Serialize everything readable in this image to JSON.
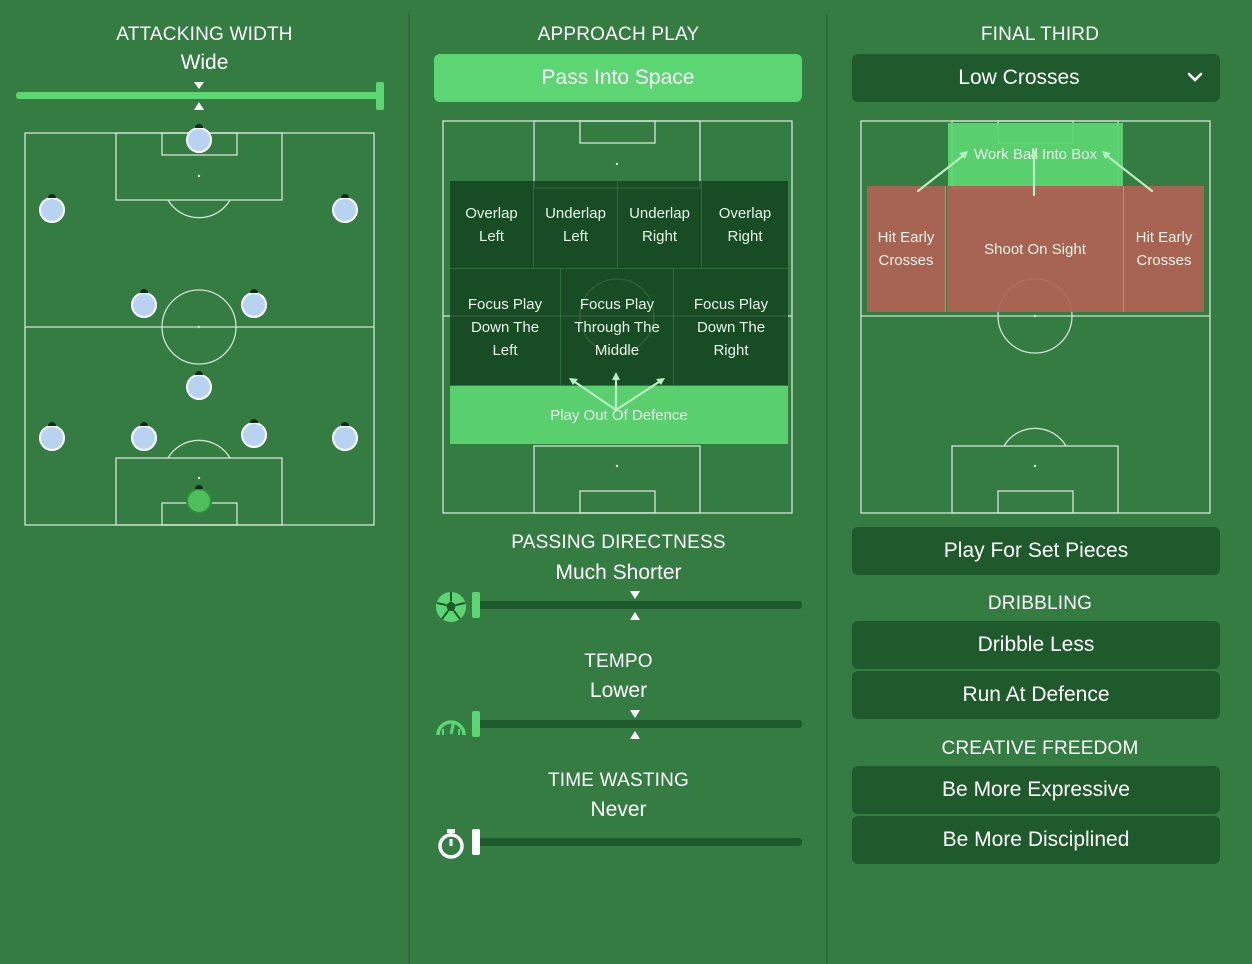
{
  "attacking_width": {
    "heading": "ATTACKING WIDTH",
    "value": "Wide",
    "level": 1.0
  },
  "approach_play": {
    "heading": "APPROACH PLAY",
    "button": "Pass Into Space",
    "zones": {
      "overlap_left": "Overlap\nLeft",
      "underlap_left": "Underlap\nLeft",
      "underlap_right": "Underlap\nRight",
      "overlap_right": "Overlap\nRight",
      "focus_left": "Focus Play\nDown The\nLeft",
      "focus_middle": "Focus Play\nThrough The\nMiddle",
      "focus_right": "Focus Play\nDown The\nRight",
      "play_out": "Play Out Of Defence"
    }
  },
  "passing_directness": {
    "heading": "PASSING DIRECTNESS",
    "value": "Much Shorter",
    "level": 0.0,
    "icon": "ball-icon"
  },
  "tempo": {
    "heading": "TEMPO",
    "value": "Lower",
    "level": 0.0,
    "icon": "gauge-icon"
  },
  "time_wasting": {
    "heading": "TIME WASTING",
    "value": "Never",
    "level": 0.0,
    "icon": "stopwatch-icon"
  },
  "final_third": {
    "heading": "FINAL THIRD",
    "dropdown": "Low Crosses",
    "zones": {
      "work_ball": "Work Ball Into Box",
      "hit_early_left": "Hit Early\nCrosses",
      "shoot": "Shoot On Sight",
      "hit_early_right": "Hit Early\nCrosses"
    },
    "set_pieces": "Play For Set Pieces"
  },
  "dribbling": {
    "heading": "DRIBBLING",
    "options": [
      "Dribble Less",
      "Run At Defence"
    ]
  },
  "creative_freedom": {
    "heading": "CREATIVE FREEDOM",
    "options": [
      "Be More Expressive",
      "Be More Disciplined"
    ]
  },
  "colors": {
    "background": "#357c43",
    "accent": "#5cd672",
    "dark": "#1f5a2c",
    "red_zone": "#b06254"
  }
}
